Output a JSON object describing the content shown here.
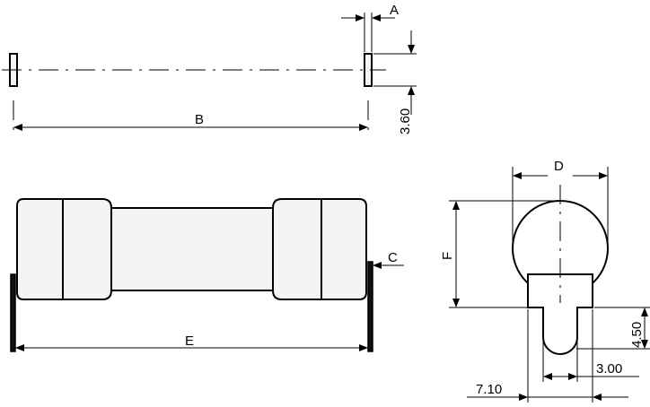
{
  "labels": {
    "a": "A",
    "b": "B",
    "c": "C",
    "d": "D",
    "e": "E",
    "f": "F"
  },
  "dimensions": {
    "d360": "3.60",
    "d450": "4.50",
    "d300": "3.00",
    "d710": "7.10"
  }
}
